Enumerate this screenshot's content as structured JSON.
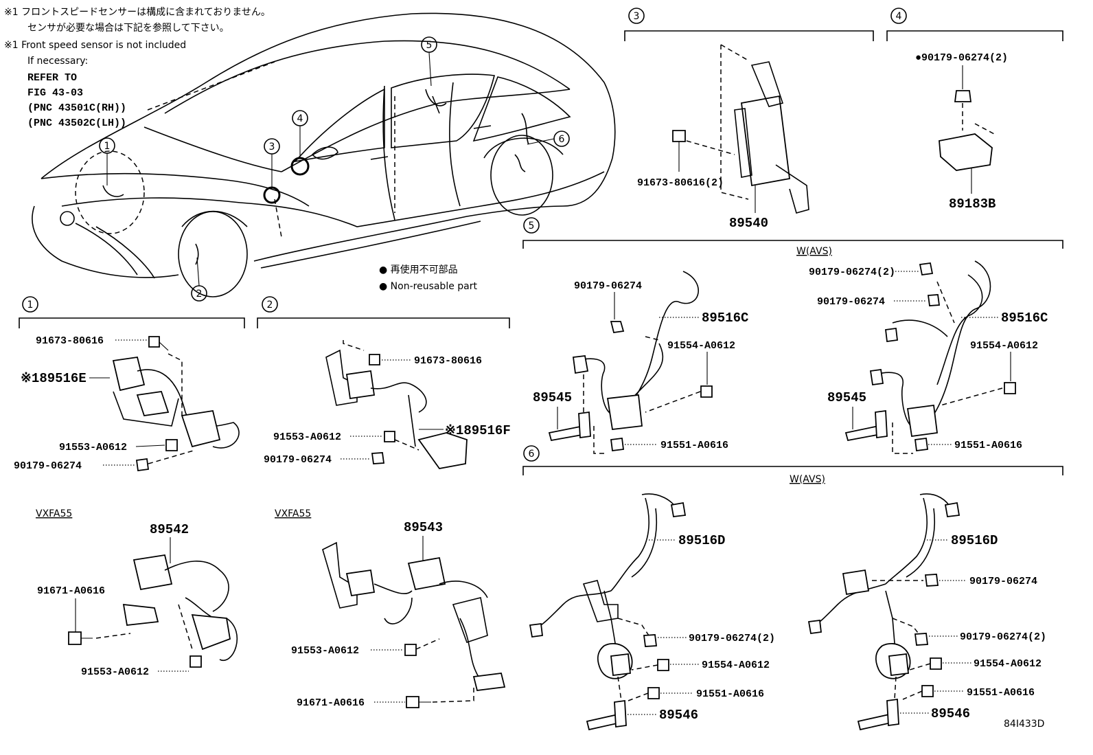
{
  "notes": {
    "jp_line1": "※1 フロントスピードセンサーは構成に含まれておりません。",
    "jp_line2": "センサが必要な場合は下記を参照して下さい。",
    "en_line1": "※1 Front speed sensor is not included",
    "en_line2": "If necessary:",
    "refer1": "REFER TO",
    "refer2": "FIG 43-03",
    "refer3": "(PNC 43501C(RH))",
    "refer4": "(PNC 43502C(LH))"
  },
  "legend": {
    "jp": "● 再使用不可部品",
    "en": "● Non-reusable part"
  },
  "callouts": [
    "1",
    "2",
    "3",
    "4",
    "5",
    "6"
  ],
  "variant_labels": {
    "vxfa55_left": "VXFA55",
    "vxfa55_mid": "VXFA55",
    "wavs_5": "W(AVS)",
    "wavs_6": "W(AVS)"
  },
  "parts": {
    "s3_bolt": "91673-80616(2)",
    "s3_ecu": "89540",
    "s4_nut": "●90179-06274(2)",
    "s4_sensor": "89183B",
    "s1_bolt": "91673-80616",
    "s1_sensor": "※189516E",
    "s1_bolt2": "91553-A0612",
    "s1_nut": "90179-06274",
    "s2_bolt": "91673-80616",
    "s2_bolt2": "91553-A0612",
    "s2_nut": "90179-06274",
    "s2_sensor": "※189516F",
    "s5a_nut": "90179-06274",
    "s5a_harness": "89516C",
    "s5a_bolt": "91554-A0612",
    "s5a_sensor": "89545",
    "s5a_bolt2": "91551-A0616",
    "s5b_nut2": "90179-06274(2)",
    "s5b_nut": "90179-06274",
    "s5b_harness": "89516C",
    "s5b_bolt": "91554-A0612",
    "s5b_sensor": "89545",
    "s5b_bolt2": "91551-A0616",
    "v1_sensor": "89542",
    "v1_bolt": "91671-A0616",
    "v1_bolt2": "91553-A0612",
    "v2_sensor": "89543",
    "v2_bolt": "91553-A0612",
    "v2_bolt2": "91671-A0616",
    "s6a_harness": "89516D",
    "s6a_nut2": "90179-06274(2)",
    "s6a_bolt": "91554-A0612",
    "s6a_bolt2": "91551-A0616",
    "s6a_sensor": "89546",
    "s6b_harness": "89516D",
    "s6b_nut": "90179-06274",
    "s6b_nut2": "90179-06274(2)",
    "s6b_bolt": "91554-A0612",
    "s6b_bolt2": "91551-A0616",
    "s6b_sensor": "89546"
  },
  "figure_id": "84I433D"
}
